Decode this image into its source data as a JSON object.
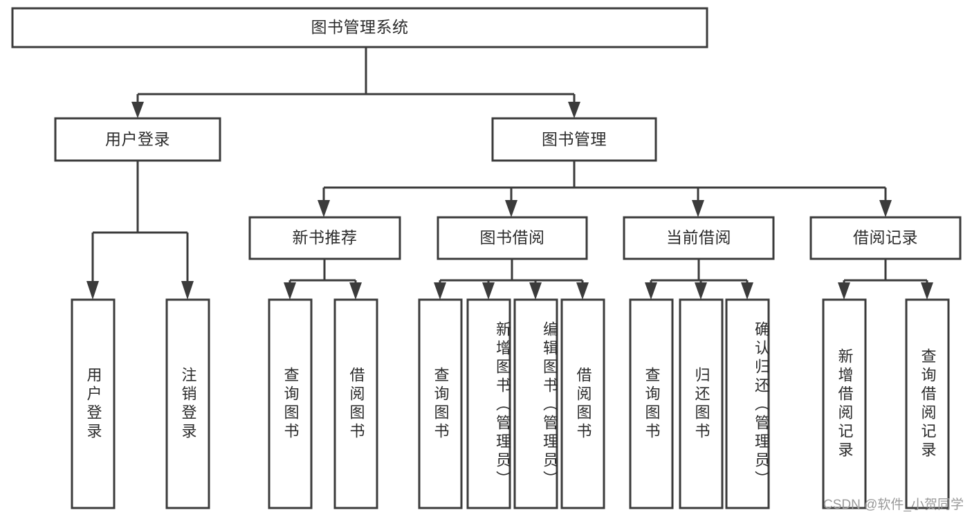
{
  "diagram": {
    "title": "图书管理系统",
    "type": "tree",
    "watermark": "CSDN @软件_小贺同学",
    "colors": {
      "stroke": "#3b3b3b",
      "box_fill": "#ffffff",
      "text": "#2b2b2b",
      "background": "#ffffff",
      "watermark": "#9a9a9a"
    },
    "root": {
      "label": "图书管理系统"
    },
    "level2": [
      {
        "label": "用户登录"
      },
      {
        "label": "图书管理"
      }
    ],
    "level3": [
      {
        "label": "新书推荐"
      },
      {
        "label": "图书借阅"
      },
      {
        "label": "当前借阅"
      },
      {
        "label": "借阅记录"
      }
    ],
    "leaves": {
      "user_login": [
        {
          "label": "用户登录"
        },
        {
          "label": "注销登录"
        }
      ],
      "new_book_recommend": [
        {
          "label": "查询图书"
        },
        {
          "label": "借阅图书"
        }
      ],
      "book_borrow": [
        {
          "label": "查询图书"
        },
        {
          "label": "新增图书（管理员）"
        },
        {
          "label": "编辑图书（管理员）"
        },
        {
          "label": "借阅图书"
        }
      ],
      "current_borrow": [
        {
          "label": "查询图书"
        },
        {
          "label": "归还图书"
        },
        {
          "label": "确认归还（管理员）"
        }
      ],
      "borrow_record": [
        {
          "label": "新增借阅记录"
        },
        {
          "label": "查询借阅记录"
        }
      ]
    }
  }
}
